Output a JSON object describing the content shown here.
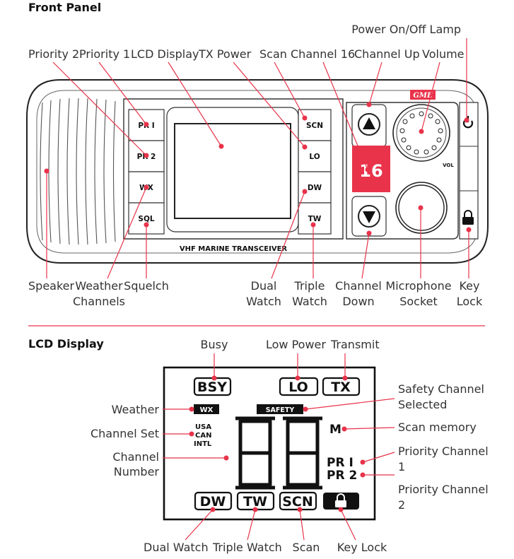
{
  "front_panel": {
    "header": "Front Panel",
    "labels": {
      "power_lamp": "Power On/Off Lamp",
      "priority2": "Priority 2",
      "priority1": "Priority 1",
      "lcd_display": "LCD Display",
      "tx_power": "TX Power",
      "scan": "Scan",
      "channel16": "Channel 16",
      "channel_up": "Channel Up",
      "volume": "Volume",
      "speaker": "Speaker",
      "weather_channels_1": "Weather",
      "weather_channels_2": "Channels",
      "squelch": "Squelch",
      "dual_watch_1": "Dual",
      "dual_watch_2": "Watch",
      "triple_watch_1": "Triple",
      "triple_watch_2": "Watch",
      "channel_down_1": "Channel",
      "channel_down_2": "Down",
      "microphone_socket_1": "Microphone",
      "microphone_socket_2": "Socket",
      "key_lock_1": "Key",
      "key_lock_2": "Lock"
    },
    "buttons": {
      "pr1": "PR I",
      "pr2": "PR 2",
      "wx": "WX",
      "sql": "SQL",
      "scn": "SCN",
      "lo": "LO",
      "dw": "DW",
      "tw": "TW"
    },
    "channel_display": "16",
    "brand_badge": "GME",
    "vol_label": "VOL",
    "model_text": "VHF MARINE TRANSCEIVER"
  },
  "lcd_display": {
    "header": "LCD Display",
    "labels": {
      "busy": "Busy",
      "low_power": "Low Power",
      "transmit": "Transmit",
      "weather": "Weather",
      "safety_selected_1": "Safety Channel",
      "safety_selected_2": "Selected",
      "channel_set": "Channel Set",
      "scan_memory": "Scan memory",
      "channel_number_1": "Channel",
      "channel_number_2": "Number",
      "priority_ch1_1": "Priority Channel",
      "priority_ch1_2": "1",
      "priority_ch2_1": "Priority Channel",
      "priority_ch2_2": "2",
      "dual_watch": "Dual Watch",
      "triple_watch": "Triple Watch",
      "scan": "Scan",
      "key_lock": "Key Lock"
    },
    "icons": {
      "bsy": "BSY",
      "lo": "LO",
      "tx": "TX",
      "wx": "WX",
      "safety": "SAFETY",
      "usa": "USA",
      "can": "CAN",
      "intl": "INTL",
      "m": "M",
      "pr1": "PR I",
      "pr2": "PR 2",
      "dw": "DW",
      "tw": "TW",
      "scn": "SCN"
    }
  },
  "colors": {
    "accent": "#e8334a",
    "ink": "#111111"
  }
}
